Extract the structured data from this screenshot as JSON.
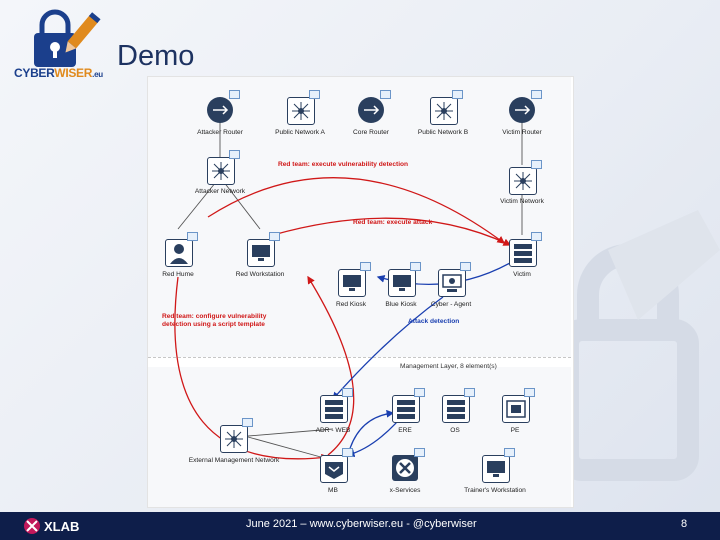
{
  "slide": {
    "title": "Demo",
    "footer_text": "June 2021 – www.cyberwiser.eu - @cyberwiser",
    "page_number": "8"
  },
  "logo": {
    "brand_part1": "CYBER",
    "brand_part2": "WISER",
    "brand_suffix": ".eu",
    "footer_brand": "XLAB",
    "accent_color": "#e08a1e",
    "brand_color": "#1b3f8c"
  },
  "diagram": {
    "nodes": [
      {
        "id": "attacker-router",
        "label": "Attacker Router",
        "icon": "router-icon"
      },
      {
        "id": "public-network-a",
        "label": "Public Network A",
        "icon": "network-icon"
      },
      {
        "id": "core-router",
        "label": "Core Router",
        "icon": "router-icon"
      },
      {
        "id": "public-network-b",
        "label": "Public Network B",
        "icon": "network-icon"
      },
      {
        "id": "victim-router",
        "label": "Victim Router",
        "icon": "router-icon"
      },
      {
        "id": "attacker-network",
        "label": "Attacker Network",
        "icon": "network-icon"
      },
      {
        "id": "victim-network",
        "label": "Victim Network",
        "icon": "network-icon"
      },
      {
        "id": "red-hume",
        "label": "Red Hume",
        "icon": "hacker-icon"
      },
      {
        "id": "red-workstation",
        "label": "Red Workstation",
        "icon": "workstation-icon"
      },
      {
        "id": "victim",
        "label": "Victim",
        "icon": "server-icon"
      },
      {
        "id": "red-kiosk",
        "label": "Red Kiosk",
        "icon": "kiosk-icon"
      },
      {
        "id": "blue-kiosk",
        "label": "Blue Kiosk",
        "icon": "kiosk-icon"
      },
      {
        "id": "cyber-agent",
        "label": "Cyber - Agent",
        "icon": "agent-icon"
      },
      {
        "id": "adr-web",
        "label": "ADR - WEB",
        "icon": "server-icon"
      },
      {
        "id": "ere",
        "label": "ERE",
        "icon": "server-icon"
      },
      {
        "id": "os",
        "label": "OS",
        "icon": "server-icon"
      },
      {
        "id": "pe",
        "label": "PE",
        "icon": "pe-icon"
      },
      {
        "id": "external-management-network",
        "label": "External Management Network",
        "icon": "network-icon"
      },
      {
        "id": "mb",
        "label": "MB",
        "icon": "mb-icon"
      },
      {
        "id": "x-services",
        "label": "x-Services",
        "icon": "xservices-icon"
      },
      {
        "id": "trainers-workstation",
        "label": "Trainer's Workstation",
        "icon": "workstation-icon"
      }
    ],
    "annotations": {
      "red_detection": "Red team: execute vulnerability detection",
      "red_attack": "Red team: execute attack",
      "red_configure_line1": "Red team: configure vulnerability",
      "red_configure_line2": "detection using a script template",
      "attack_detection": "Attack detection",
      "management_layer": "Management Layer, 8 element(s)"
    },
    "colors": {
      "red_arrow": "#d01818",
      "blue_arrow": "#1a3fb0",
      "node_dark": "#2a3f5e"
    }
  }
}
